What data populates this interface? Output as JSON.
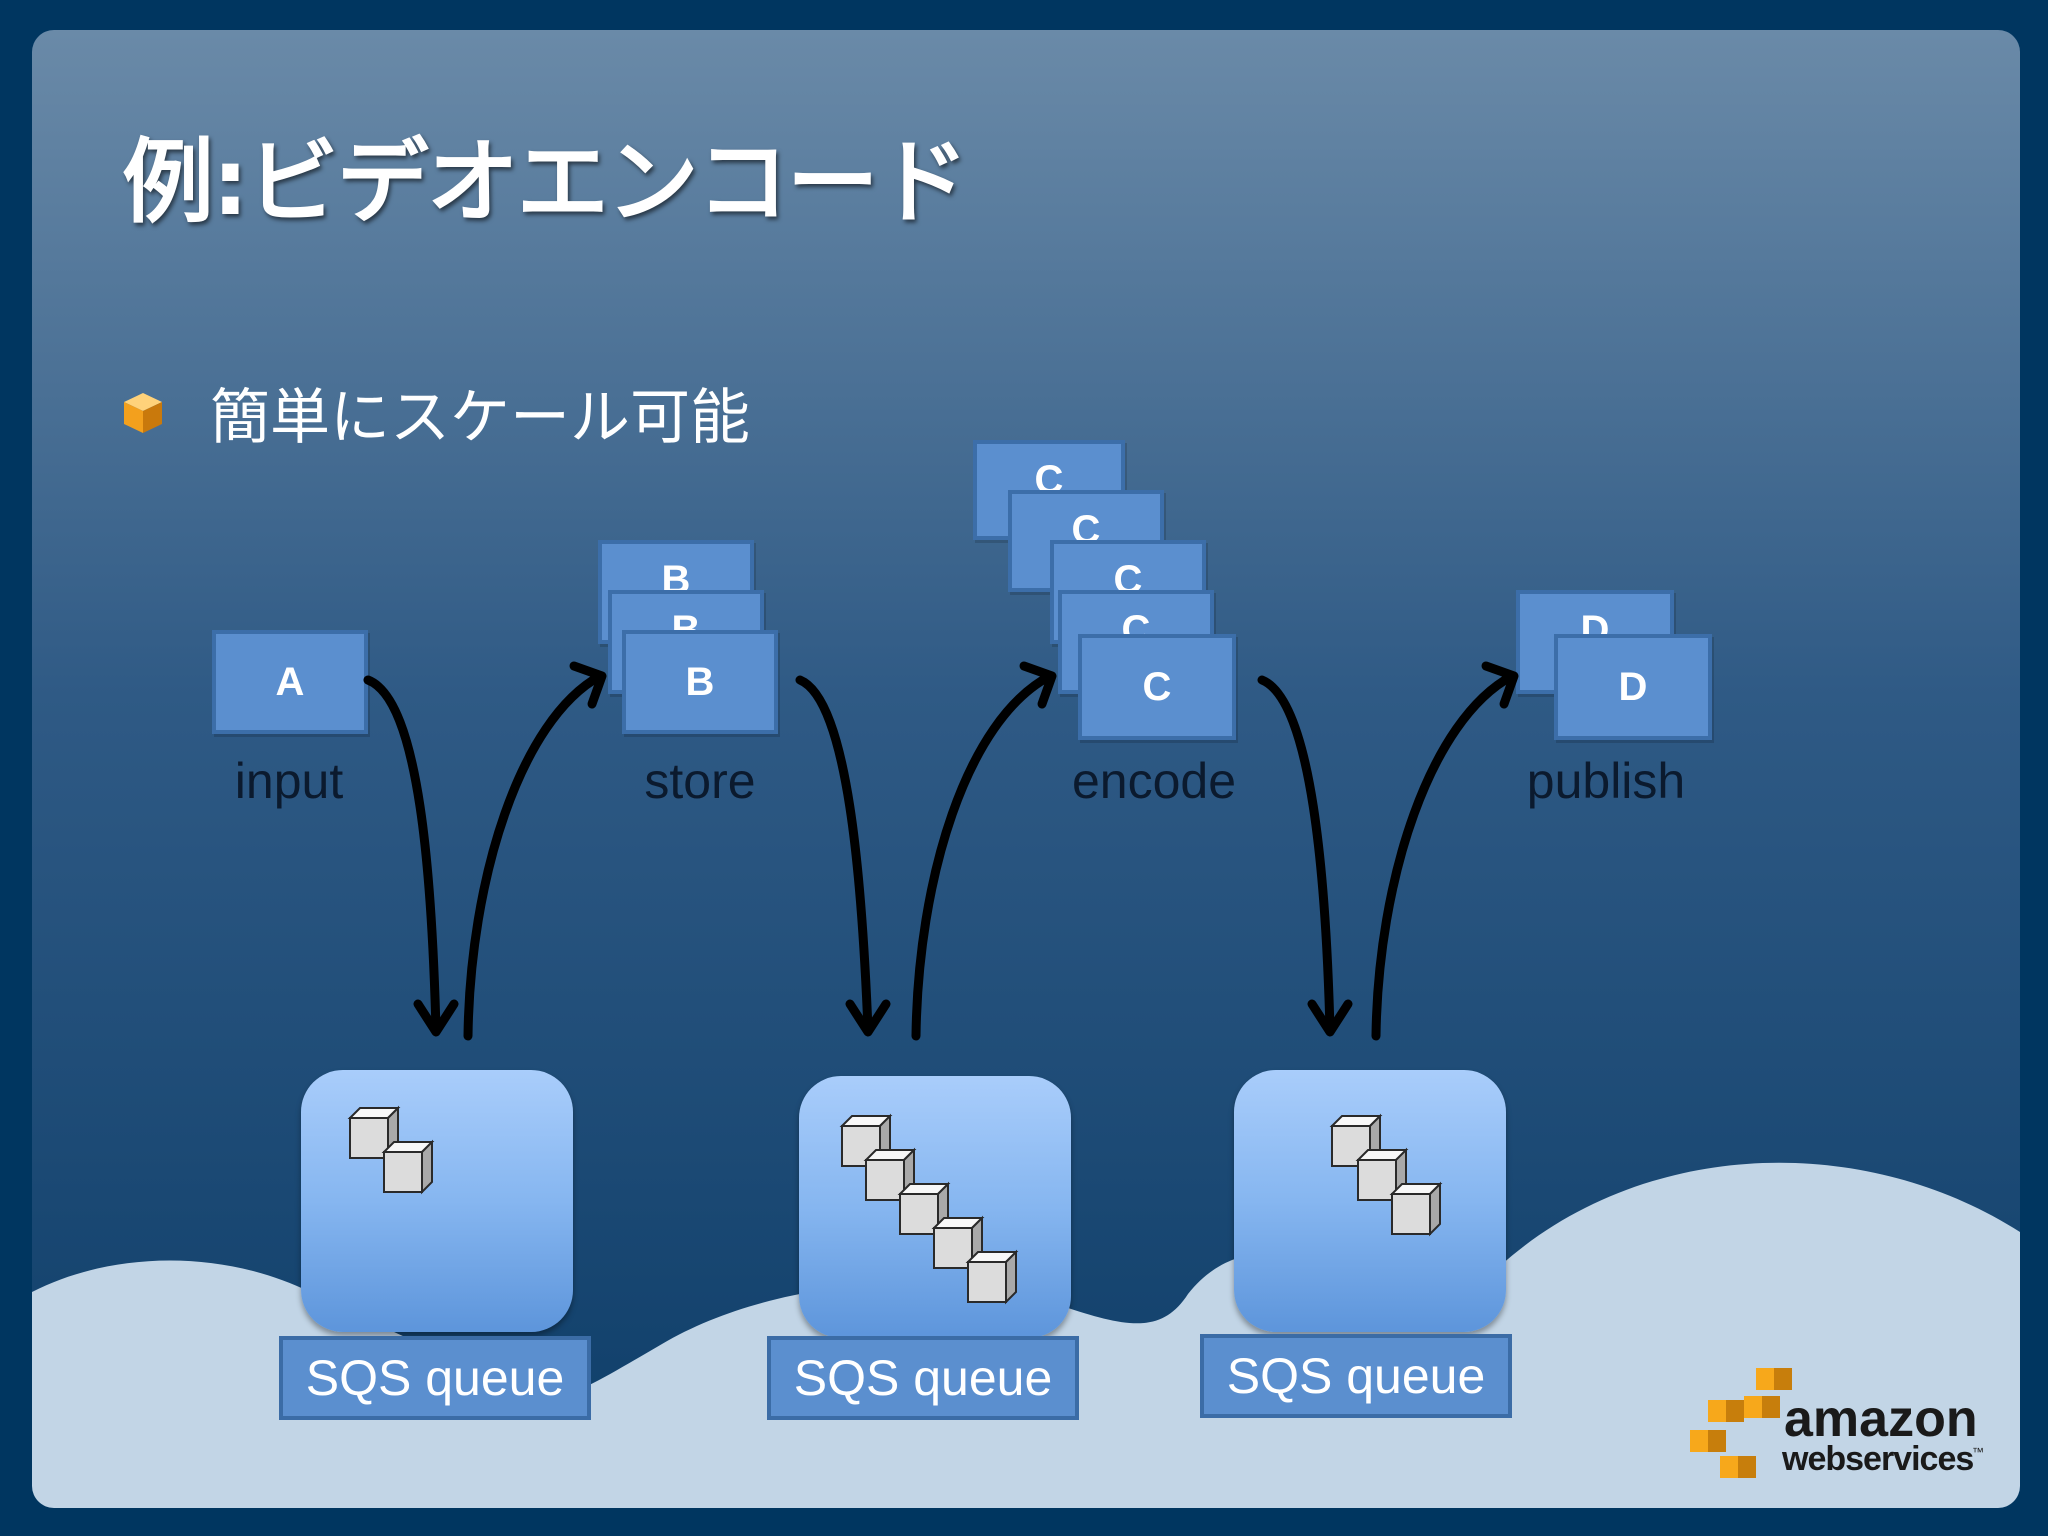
{
  "slide": {
    "title": "例:ビデオエンコード",
    "bullet": "簡単にスケール可能",
    "colors": {
      "background": "#003660",
      "panel_top": "#6a8aa8",
      "panel_bottom": "#0d3d68",
      "cloud": "#c2d5e6",
      "box_fill": "#5b8fcf",
      "box_border": "#3c6ea9",
      "bullet_icon": "#f7a81b"
    }
  },
  "stages": [
    {
      "letter": "A",
      "label": "input"
    },
    {
      "letter": "B",
      "label": "store"
    },
    {
      "letter": "C",
      "label": "encode"
    },
    {
      "letter": "D",
      "label": "publish"
    }
  ],
  "queues": [
    {
      "label": "SQS queue",
      "messages": 2
    },
    {
      "label": "SQS queue",
      "messages": 5
    },
    {
      "label": "SQS queue",
      "messages": 3
    }
  ],
  "logo": {
    "name": "amazon",
    "tagline": "webservices",
    "trademark": "™"
  }
}
